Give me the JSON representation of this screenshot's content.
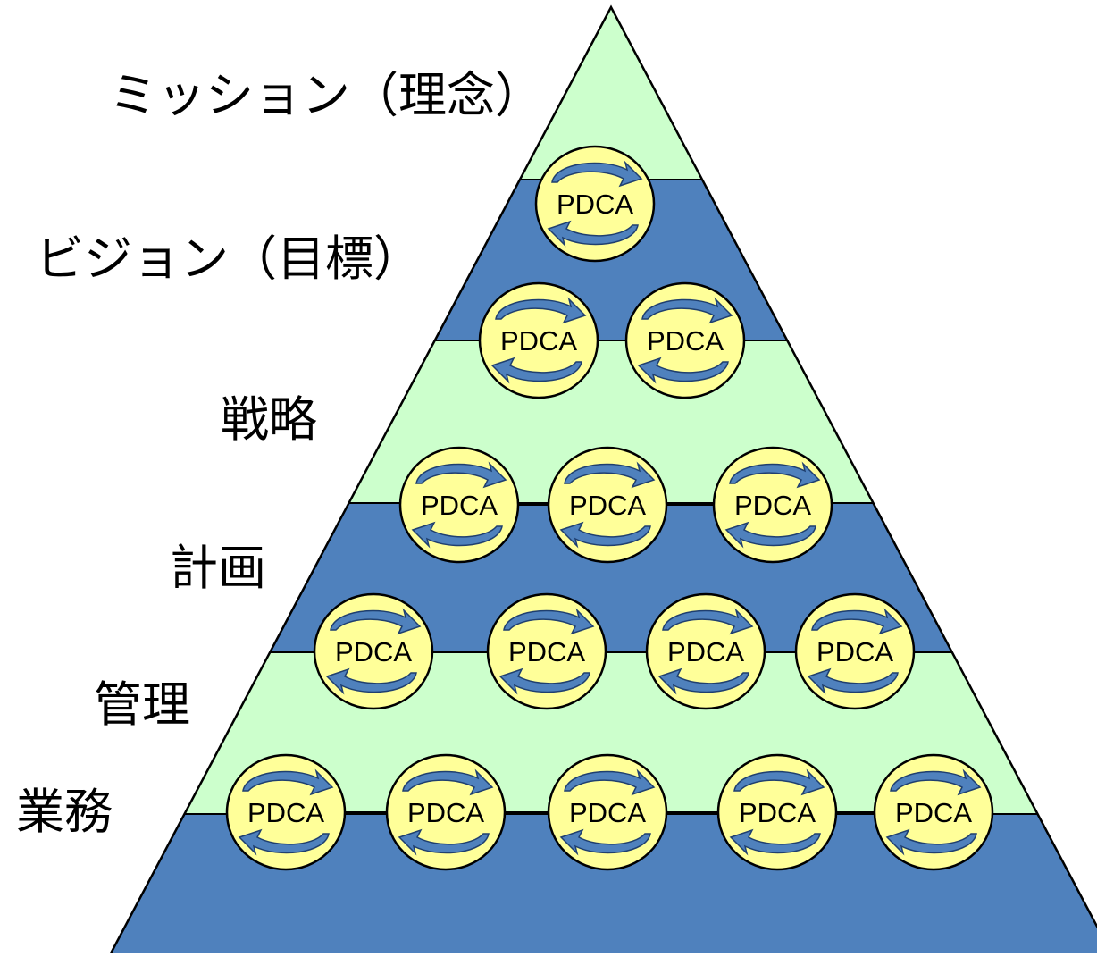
{
  "colors": {
    "light_band": "#ccffcc",
    "dark_band": "#4f81bd",
    "node_fill": "#ffff99",
    "node_stroke": "#000000",
    "arrow_fill": "#4f81bd",
    "line": "#000000"
  },
  "levels": [
    {
      "label": "ミッション（理念）",
      "pdca_count": 1
    },
    {
      "label": "ビジョン（目標）",
      "pdca_count": 2
    },
    {
      "label": "戦略",
      "pdca_count": 3
    },
    {
      "label": "計画",
      "pdca_count": 4
    },
    {
      "label": "管理",
      "pdca_count": 5
    },
    {
      "label": "業務",
      "pdca_count": 0
    }
  ],
  "node_label": "PDCA",
  "node_icon": "cycle-arrows-icon"
}
